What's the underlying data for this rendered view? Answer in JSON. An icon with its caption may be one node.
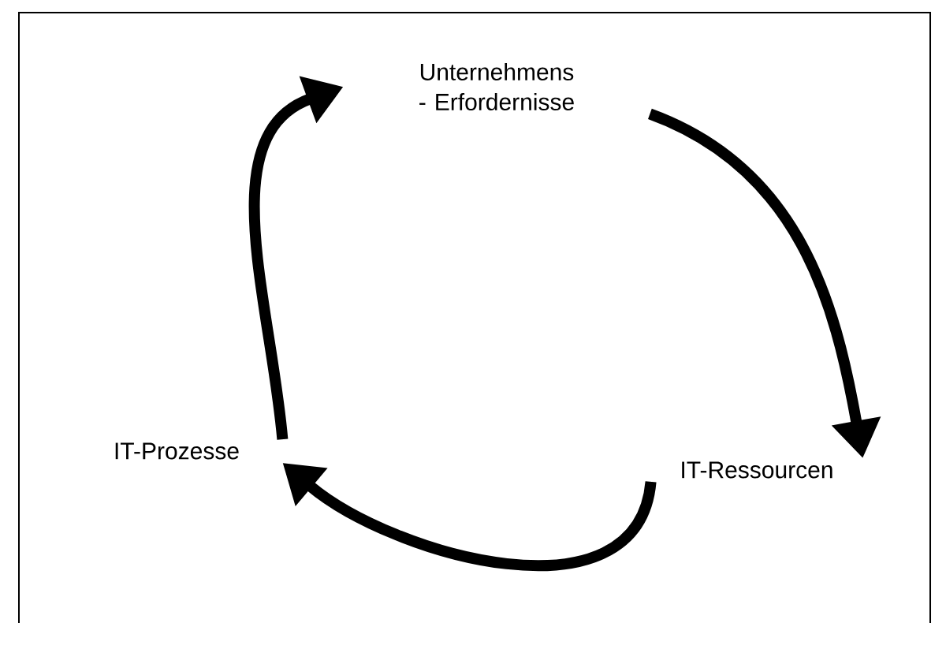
{
  "diagram": {
    "nodes": [
      {
        "text": [
          "Unternehmens - Erfordernisse"
        ]
      },
      {
        "text": [
          "IT-Ressourcen"
        ]
      },
      {
        "text": [
          "IT-Prozesse"
        ]
      }
    ],
    "edges": [
      {
        "from": 0,
        "to": 1,
        "arrow": "to"
      },
      {
        "from": 1,
        "to": 2,
        "arrow": "to"
      },
      {
        "from": 2,
        "to": 0,
        "arrow": "to"
      }
    ]
  }
}
